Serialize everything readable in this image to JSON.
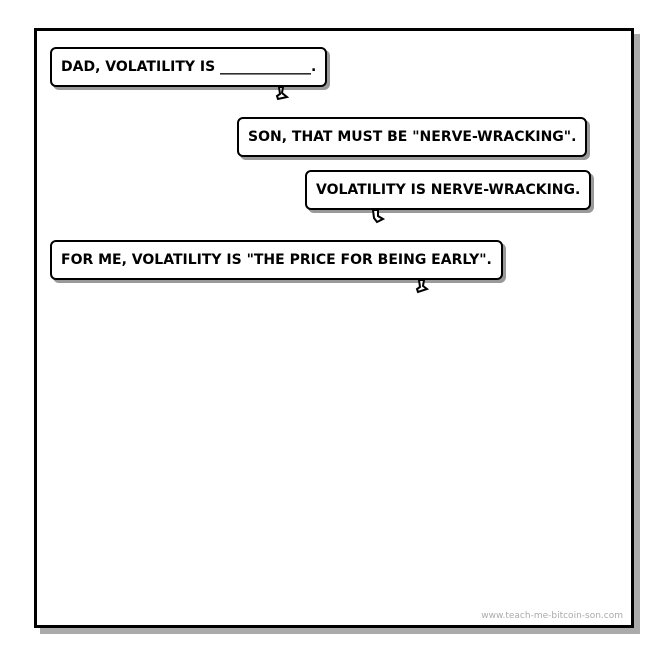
{
  "comic": {
    "bubbles": [
      {
        "speaker": "son",
        "text": "DAD, VOLATILITY IS _____________."
      },
      {
        "speaker": "dad",
        "text": "SON, THAT MUST BE \"NERVE-WRACKING\"."
      },
      {
        "speaker": "son",
        "text": "VOLATILITY IS NERVE-WRACKING."
      },
      {
        "speaker": "dad",
        "text": "FOR ME, VOLATILITY IS \"THE PRICE FOR BEING EARLY\"."
      }
    ],
    "credit": "www.teach-me-bitcoin-son.com"
  }
}
